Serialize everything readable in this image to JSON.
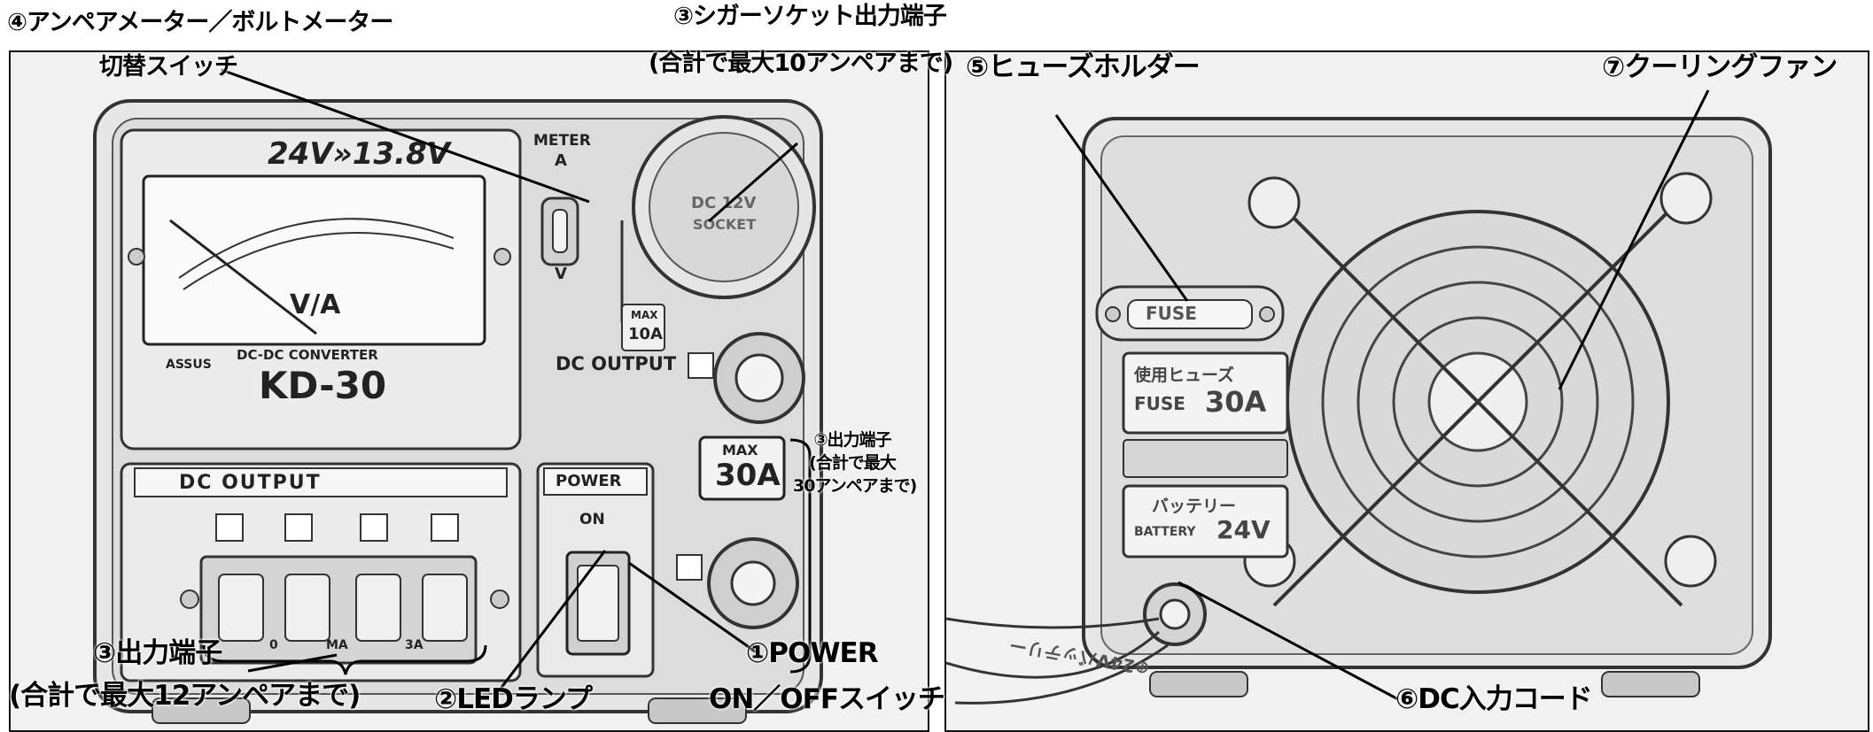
{
  "front": {
    "label_meter_switch_line1": "④アンペアメーター／ボルトメーター",
    "label_meter_switch_line2": "切替スイッチ",
    "label_cigar_line1": "③シガーソケット出力端子",
    "label_cigar_line2": "(合計で最大10アンペアまで)",
    "label_out30_line1": "③出力端子",
    "label_out30_line2": "(合計で最大",
    "label_out30_line3": "30アンペアまで)",
    "label_out12_line1": "③出力端子",
    "label_out12_line2": "(合計で最大12アンペアまで)",
    "label_led": "②LEDランプ",
    "label_power_line1": "①POWER",
    "label_power_line2": "ON／OFFスイッチ",
    "device": {
      "brand_top": "24V»13.8V",
      "converter_text": "DC-DC CONVERTER",
      "model": "KD-30",
      "maker": "ASSUS",
      "meter_unit": "V/A",
      "meter_switch_label": "METER",
      "meter_switch_a": "A",
      "meter_switch_v": "V",
      "socket_text_line1": "DC 12V",
      "socket_text_line2": "SOCKET",
      "max10_top": "MAX",
      "max10_value": "10A",
      "dc_output_right": "DC OUTPUT",
      "dc_output_panel": "DC   OUTPUT",
      "power_label": "POWER",
      "power_on": "ON",
      "max30_top": "MAX",
      "max30_value": "30A",
      "terminal_0": "0",
      "terminal_ma": "MA",
      "terminal_3a": "3A"
    }
  },
  "back": {
    "label_fuse_holder": "⑤ヒューズホルダー",
    "label_fan": "⑦クーリングファン",
    "label_dc_cord": "⑥DC入力コード",
    "device": {
      "fuse_text": "FUSE",
      "fuse_use_label": "使用ヒューズ",
      "fuse_rating_label": "FUSE",
      "fuse_rating_value": "30A",
      "battery_jp": "バッテリー",
      "battery_label": "BATTERY",
      "battery_value": "24V",
      "cord_text": "⊕24Vバッテリー"
    }
  }
}
